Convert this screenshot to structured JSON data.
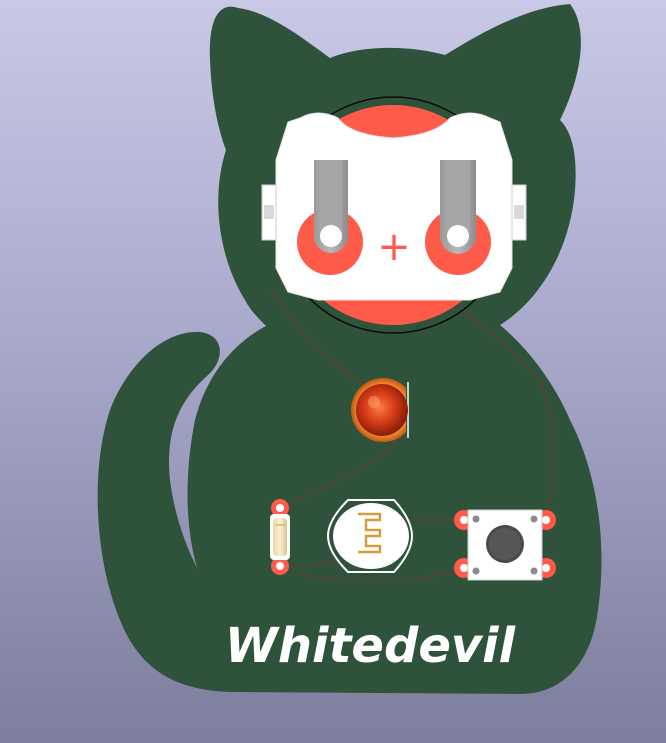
{
  "board": {
    "label": "Whitedevil",
    "colors": {
      "background_top": "#c9c8e6",
      "background_bottom": "#7d7d9d",
      "board": "#2f533a",
      "pad": "#ff5b4a",
      "silkscreen": "#ffffff",
      "led": "#cc3a14"
    }
  },
  "battery_holder": {
    "polarity_symbol": "+"
  },
  "components": [
    {
      "name": "coin-cell-battery-holder",
      "kind": "battery"
    },
    {
      "name": "led",
      "kind": "led"
    },
    {
      "name": "resistor",
      "kind": "resistor"
    },
    {
      "name": "light-sensor",
      "kind": "photoresistor"
    },
    {
      "name": "push-button",
      "kind": "tactile-switch"
    }
  ]
}
